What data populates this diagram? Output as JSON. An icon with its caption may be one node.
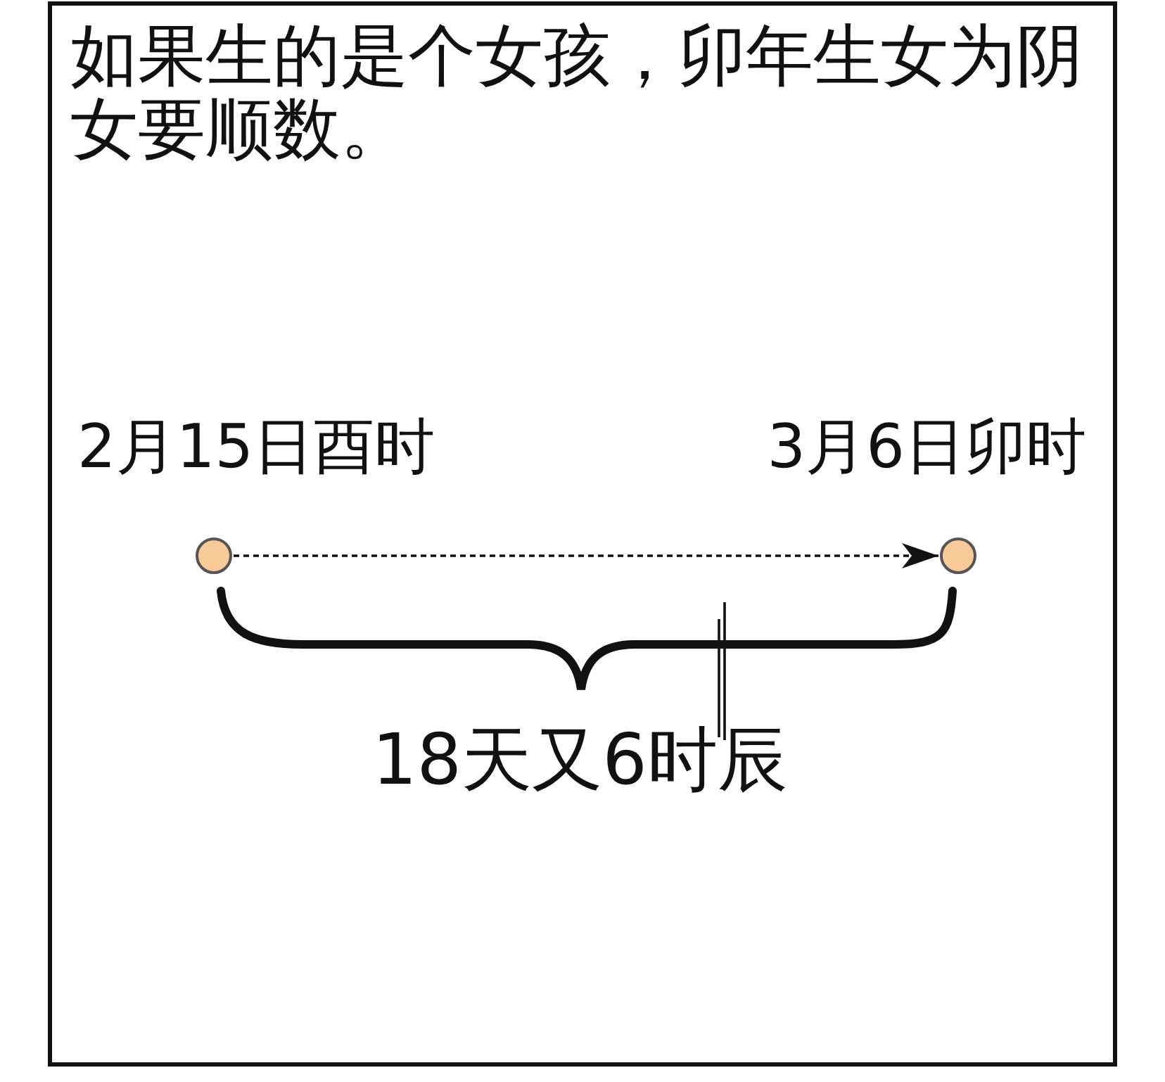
{
  "diagram": {
    "title": "如果生的是个女孩，卯年生女为阴女要顺数。",
    "nodes": [
      {
        "text": [],
        "shape": "circle",
        "beside": [
          "2月15日酉时"
        ]
      },
      {
        "text": [],
        "shape": "circle",
        "beside": [
          "3月6日卯时"
        ]
      }
    ],
    "edges": [
      {
        "from": 0,
        "to": 1,
        "arrow": "to",
        "style": "dashed"
      }
    ],
    "labels": [
      "18天又6时辰"
    ]
  }
}
